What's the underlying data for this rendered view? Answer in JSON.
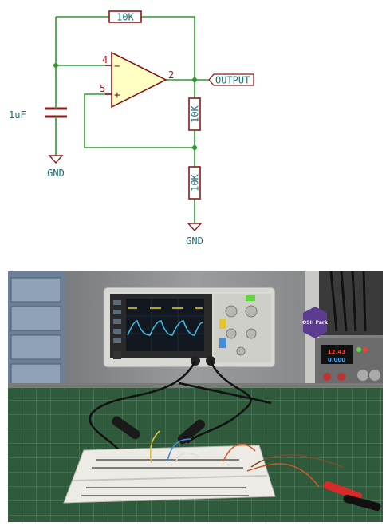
{
  "schematic": {
    "feedback_resistor": "10K",
    "divider_top_resistor": "10K",
    "divider_bottom_resistor": "10K",
    "capacitor_value": "1uF",
    "gnd_capacitor": "GND",
    "gnd_divider": "GND",
    "output_label": "OUTPUT",
    "pin_inverting": "4",
    "pin_noninverting": "5",
    "pin_output": "2",
    "sign_minus": "−",
    "sign_plus": "+"
  },
  "photo": {
    "sticker_text": "OSH Park",
    "psu_voltage": "12.43",
    "psu_current": "0.000"
  },
  "colors": {
    "wire": "#2e9a2e",
    "component": "#8b1a1a",
    "opamp_fill": "#ffffc4",
    "pin_text": "#8b1a1a",
    "label_text": "#1f6f7a",
    "scope_trace": "#f2d21b"
  }
}
